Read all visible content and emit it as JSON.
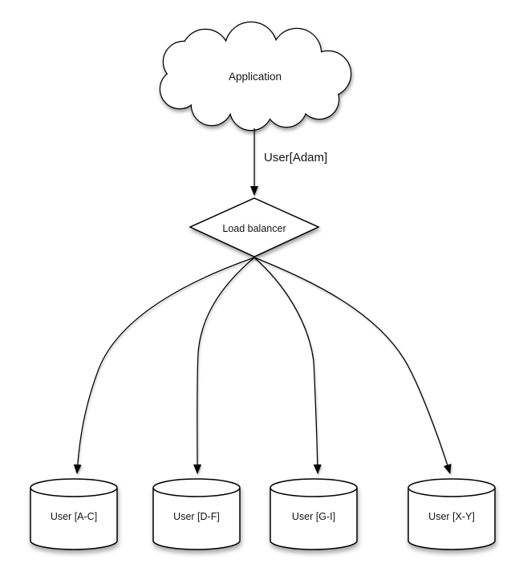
{
  "diagram": {
    "colors": {
      "stroke": "#000000",
      "fill": "#ffffff",
      "text": "#141414",
      "background": "#ffffff"
    },
    "cloud": {
      "label": "Application"
    },
    "edge_app_to_lb": {
      "label": "User[Adam]"
    },
    "load_balancer": {
      "label": "Load balancer"
    },
    "databases": [
      {
        "label": "User [A-C]"
      },
      {
        "label": "User [D-F]"
      },
      {
        "label": "User [G-I]"
      },
      {
        "label": "User [X-Y]"
      }
    ]
  }
}
